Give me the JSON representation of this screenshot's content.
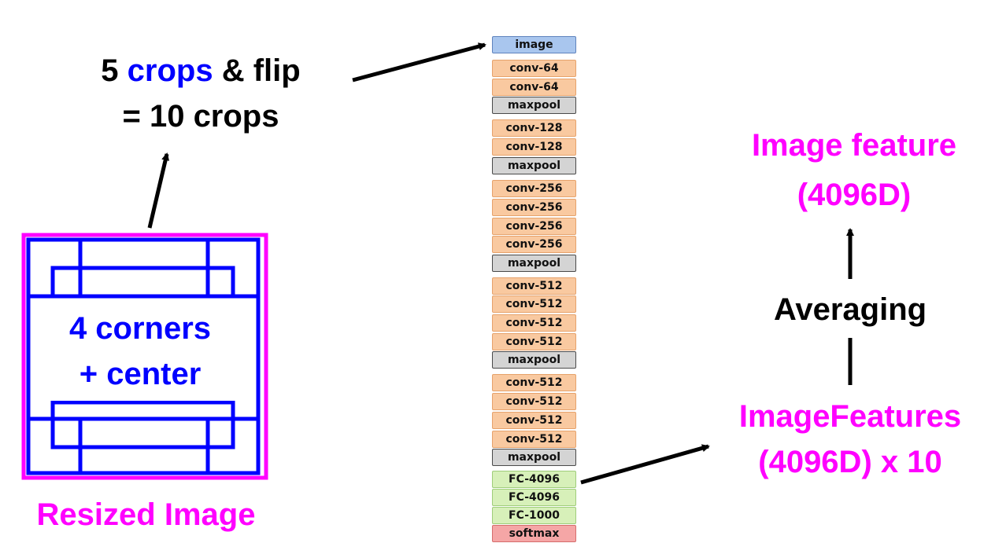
{
  "crops_label": {
    "number": "5",
    "crops_word": "crops",
    "flip_part": "&  flip",
    "line2": "= 10 crops"
  },
  "crop_diagram": {
    "line1": "4 corners",
    "line2": "+ center",
    "caption": "Resized Image",
    "outer_border_color": "#ff00ff",
    "crop_border_color": "#0000ff"
  },
  "network": {
    "layers": [
      "image",
      "conv-64",
      "conv-64",
      "maxpool",
      "conv-128",
      "conv-128",
      "maxpool",
      "conv-256",
      "conv-256",
      "conv-256",
      "conv-256",
      "maxpool",
      "conv-512",
      "conv-512",
      "conv-512",
      "conv-512",
      "maxpool",
      "conv-512",
      "conv-512",
      "conv-512",
      "conv-512",
      "maxpool",
      "FC-4096",
      "FC-4096",
      "FC-1000",
      "softmax"
    ],
    "colors": {
      "image": "#a9c6ee",
      "conv": "#f9c9a0",
      "maxpool": "#d4d4d4",
      "fc": "#d7f0b9",
      "softmax": "#f5a6a6"
    }
  },
  "right_labels": {
    "feature_line1": "Image feature",
    "feature_line2": "(4096D)",
    "averaging": "Averaging",
    "features10_line1": "ImageFeatures",
    "features10_line2": "(4096D) x 10"
  },
  "colors": {
    "text_black": "#000000",
    "text_blue": "#0000ff",
    "text_magenta": "#ff00ff"
  }
}
